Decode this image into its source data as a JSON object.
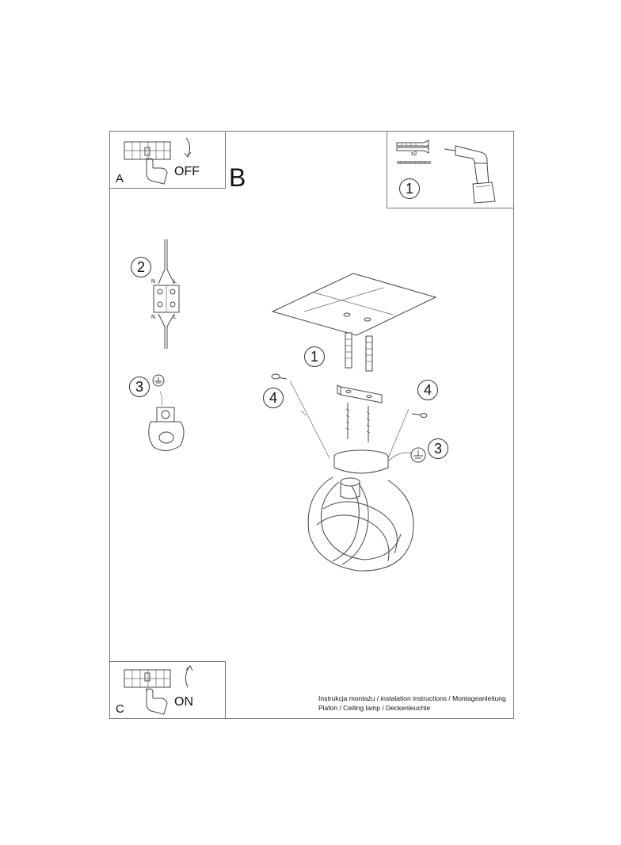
{
  "steps": {
    "a": {
      "letter": "A",
      "switch_label": "OFF"
    },
    "b": {
      "letter": "B"
    },
    "c": {
      "letter": "C",
      "switch_label": "ON"
    }
  },
  "tools": {
    "callout": "1",
    "quantity": "x2"
  },
  "wiring": {
    "callout": "2",
    "top_left": "N",
    "top_right": "L",
    "bottom_left": "N",
    "bottom_right": "L"
  },
  "ground": {
    "callout": "3"
  },
  "assembly": {
    "callout_anchor": "1",
    "callout_bracket_left": "4",
    "callout_bracket_right": "4",
    "callout_ground": "3"
  },
  "footer": {
    "line1": "Instrukcja montażu / instalation instructions / Montageanleitung",
    "line2": "Plafon / Ceiling lamp / Deckenleuchte"
  }
}
